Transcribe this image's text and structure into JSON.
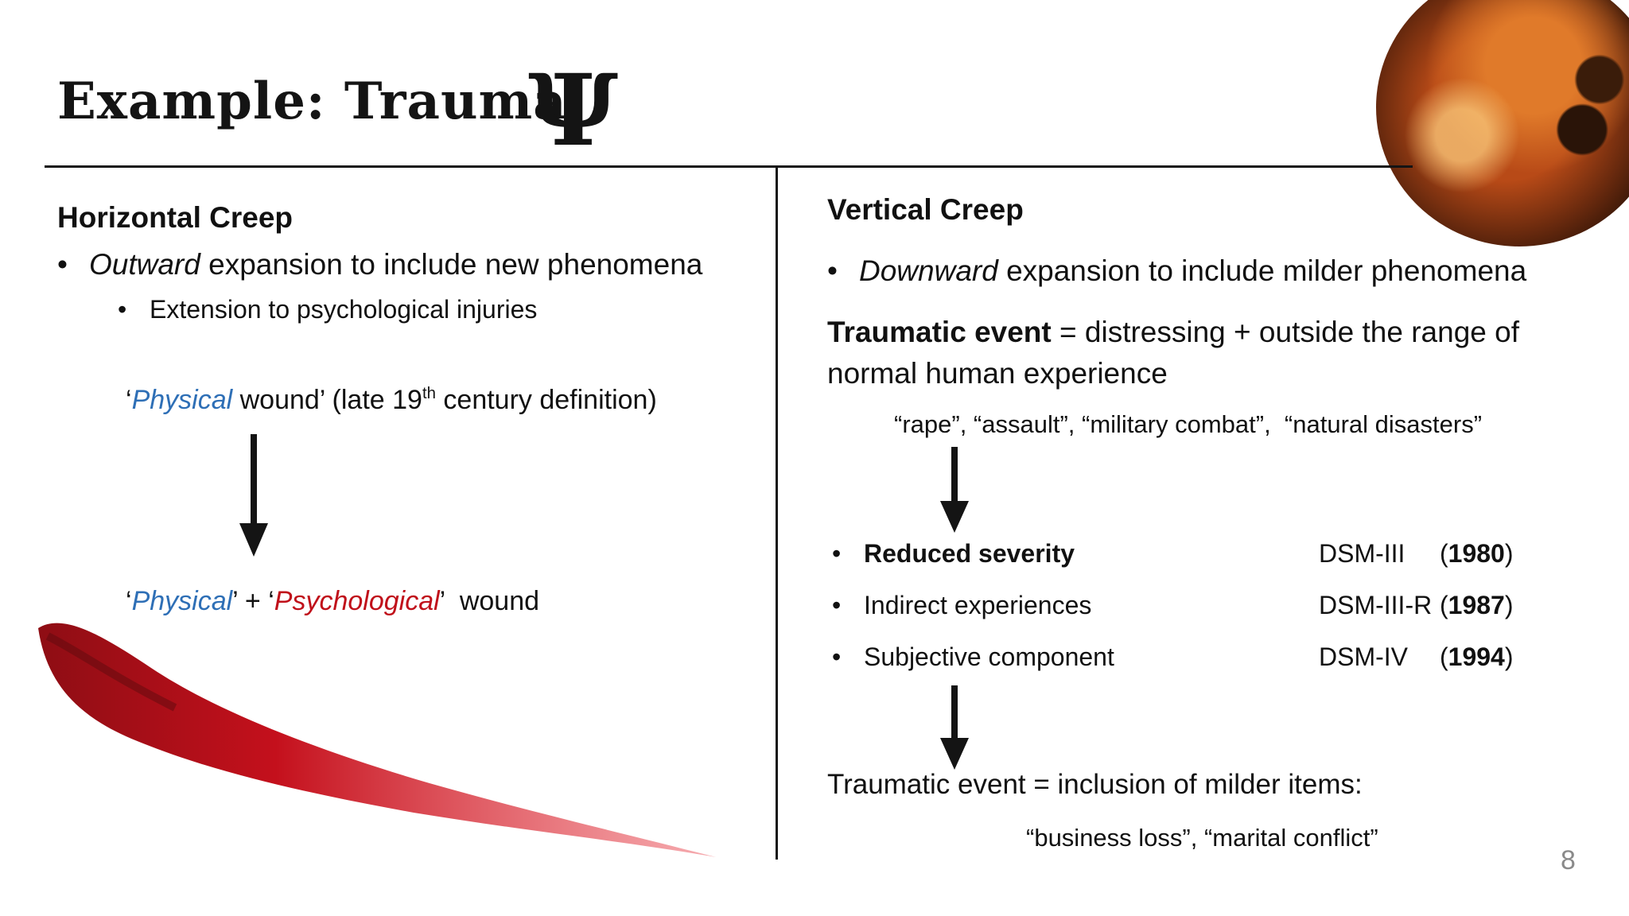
{
  "title": "Example: Trauma",
  "title_symbol": "Ψ",
  "left": {
    "heading": "Horizontal Creep",
    "bullet_emph": "Outward",
    "bullet_rest": " expansion to include new phenomena",
    "sub_bullet": "Extension to psychological injuries",
    "phys_quote_open": "‘",
    "phys_word": "Physical",
    "phys_after": " wound’ (late 19",
    "phys_sup": "th",
    "phys_end": " century definition)",
    "result_open": "‘",
    "result_phys": "Physical",
    "result_mid": "’ + ‘",
    "result_psych": "Psychological",
    "result_end": "’  wound"
  },
  "right": {
    "heading": "Vertical Creep",
    "bullet_emph": "Downward",
    "bullet_rest": " expansion to include milder phenomena",
    "te_bold": "Traumatic event",
    "te_rest": " = distressing + outside the range of normal human experience",
    "examples_1": "“rape”, “assault”, “military combat”,  “natural disasters”",
    "rows": [
      {
        "label": "Reduced severity",
        "dsm": "DSM-III",
        "year": "1980"
      },
      {
        "label": "Indirect experiences",
        "dsm": "DSM-III-R",
        "year": "1987"
      },
      {
        "label": "Subjective component",
        "dsm": "DSM-IV",
        "year": "1994"
      }
    ],
    "te2": "Traumatic event = inclusion of milder items:",
    "examples_2": "“business loss”, “marital conflict”"
  },
  "bullet_char": "•",
  "paren_open": "(",
  "paren_close": ")",
  "page_number": "8",
  "colors": {
    "accent_blue": "#2e6fb6",
    "accent_red": "#c0101a"
  }
}
